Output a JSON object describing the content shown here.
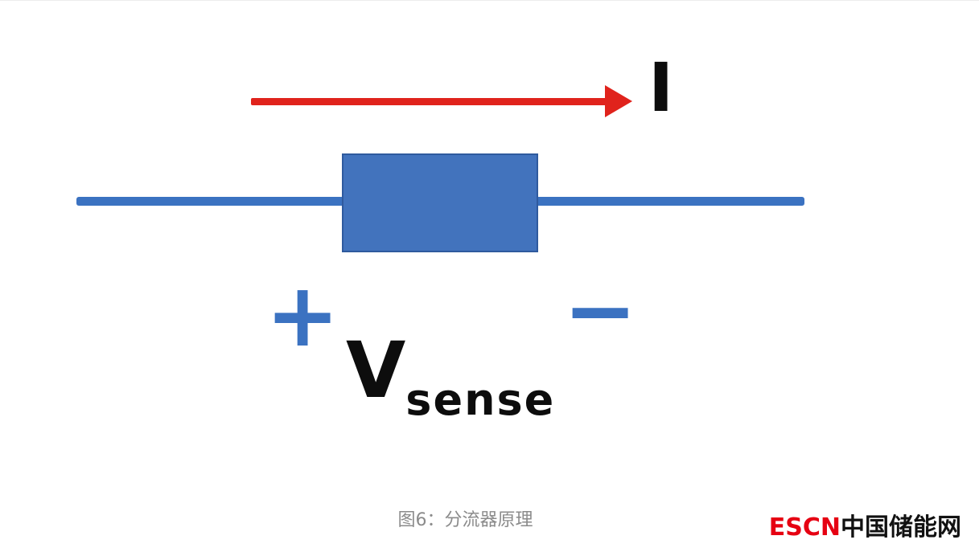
{
  "figure": {
    "current_label": "I",
    "plus_label": "+",
    "minus_label": "−",
    "voltage_label": "V",
    "voltage_subscript": "sense",
    "caption": "图6：分流器原理"
  },
  "logo": {
    "prefix": "ESCN",
    "suffix": "中国储能网"
  },
  "colors": {
    "wire_blue": "#3b72c1",
    "shunt_blue": "#4273bd",
    "arrow_red": "#e0231c",
    "logo_red": "#e60012",
    "text_black": "#0d0d0d",
    "caption_gray": "#8b8b8b"
  }
}
